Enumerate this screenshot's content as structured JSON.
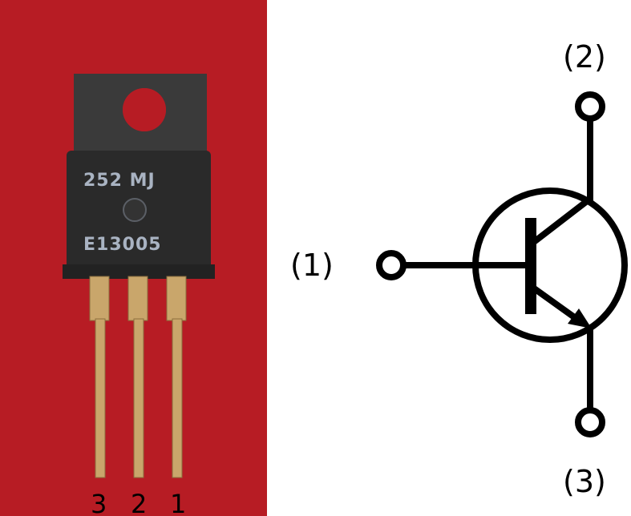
{
  "photo": {
    "marking_line1": "252 MJ",
    "marking_line2": "E13005",
    "pin_labels": [
      "3",
      "2",
      "1"
    ],
    "colors": {
      "background": "#b71c24",
      "body": "#2a2a2a",
      "tab": "#3a3a3a",
      "lead": "#c9a66b"
    }
  },
  "schematic": {
    "symbol": "NPN transistor",
    "terminals": [
      {
        "id": "base",
        "label": "(1)"
      },
      {
        "id": "collector",
        "label": "(2)"
      },
      {
        "id": "emitter",
        "label": "(3)"
      }
    ],
    "stroke_color": "#000000"
  }
}
